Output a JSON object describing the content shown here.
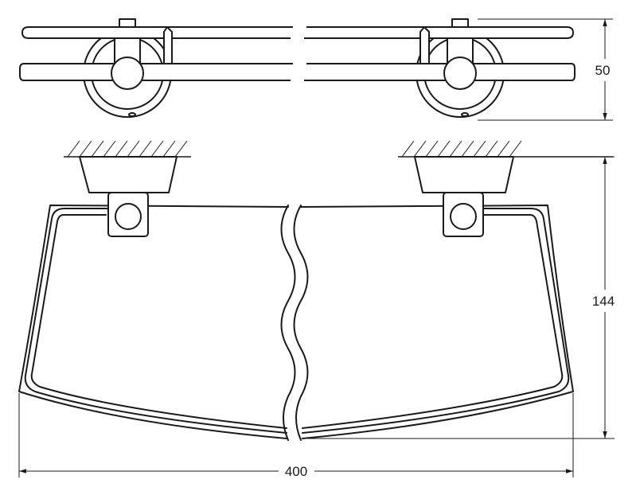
{
  "colors": {
    "line": "#1a1a1a",
    "background": "#ffffff"
  },
  "dimensions": {
    "height_top": "50",
    "height_main": "144",
    "width": "400"
  }
}
